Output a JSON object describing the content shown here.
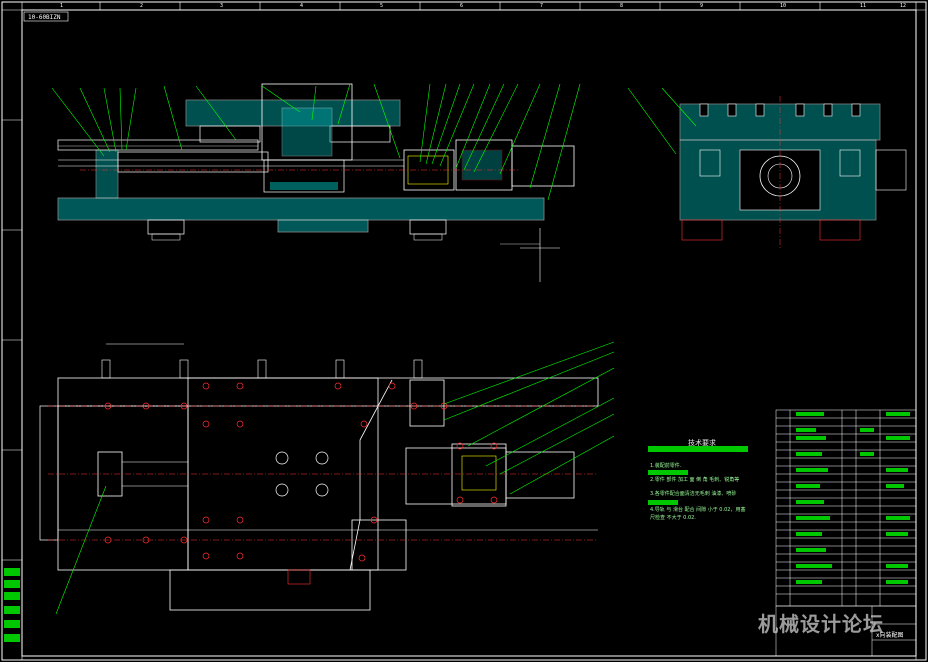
{
  "drawing": {
    "number": "10-60BIZN",
    "title_block_name": "x向装配图",
    "watermark": "机械设计论坛",
    "colors": {
      "background": "#000000",
      "border": "#ffffff",
      "outline": "#ffffff",
      "hatch": "#00c8c8",
      "leader": "#00ff00",
      "centerline": "#ff3030",
      "part": "#ffff00",
      "table_fill": "#00c800"
    }
  },
  "technical_requirements": {
    "title": "技术要求",
    "lines": [
      "1.装配前零件.",
      "2.零件 部件 加工 面 倒 角 毛刺、锐角等",
      "3.各零件配合面清洁无毛刺 油漆、喷砂",
      "4.导轨 与 滑台 配合 间隙 小于 0.02，用塞",
      "  尺检查 不大于 0.02."
    ]
  },
  "zone_numbers": [
    "1",
    "2",
    "3",
    "4",
    "5",
    "6",
    "7",
    "8",
    "9",
    "10",
    "11",
    "12"
  ]
}
